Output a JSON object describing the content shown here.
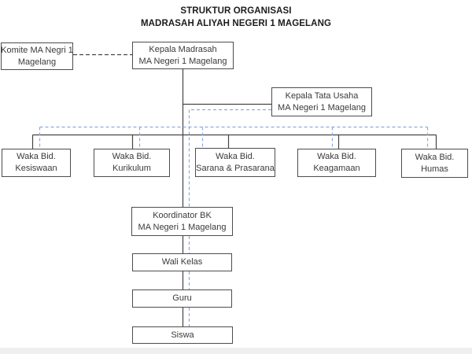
{
  "title": {
    "line1": "STRUKTUR ORGANISASI",
    "line2": "MADRASAH ALIYAH NEGERI 1 MAGELANG"
  },
  "nodes": {
    "komite": {
      "line1": "Komite MA Negri 1",
      "line2": "Magelang"
    },
    "kepala_madrasah": {
      "line1": "Kepala Madrasah",
      "line2": "MA Negeri 1 Magelang"
    },
    "kepala_tata_usaha": {
      "line1": "Kepala Tata Usaha",
      "line2": "MA Negeri 1 Magelang"
    },
    "waka_kesiswaan": {
      "line1": "Waka Bid.",
      "line2": "Kesiswaan"
    },
    "waka_kurikulum": {
      "line1": "Waka Bid.",
      "line2": "Kurikulum"
    },
    "waka_sarana": {
      "line1": "Waka Bid.",
      "line2": "Sarana & Prasarana"
    },
    "waka_keagamaan": {
      "line1": "Waka Bid.",
      "line2": "Keagamaan"
    },
    "waka_humas": {
      "line1": "Waka Bid.",
      "line2": "Humas"
    },
    "koordinator_bk": {
      "line1": "Koordinator BK",
      "line2": "MA Negeri 1 Magelang"
    },
    "wali_kelas": {
      "line1": "Wali Kelas"
    },
    "guru": {
      "line1": "Guru"
    },
    "siswa": {
      "line1": "Siswa"
    }
  },
  "colors": {
    "connector_solid": "#454545",
    "connector_dashed": "#8faadc",
    "komite_dashed": "#454545",
    "box_border": "#4d4d4d",
    "text_color": "#3a3a3a",
    "page_edge": "#efefef"
  }
}
